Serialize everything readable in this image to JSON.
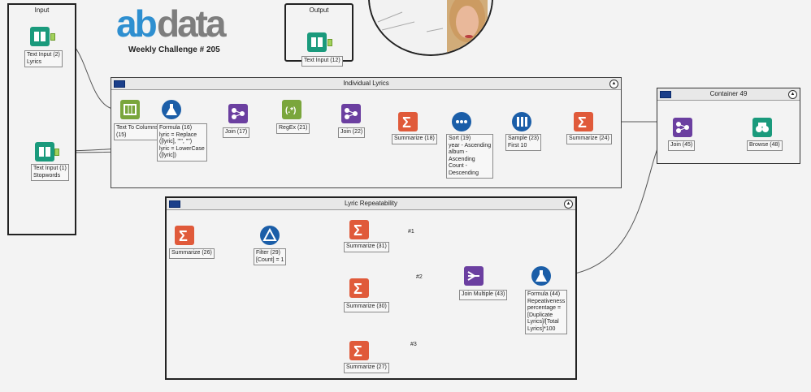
{
  "branding": {
    "logo_text": "abdata",
    "challenge_title": "Weekly Challenge # 205"
  },
  "containers": {
    "input": "Input",
    "output": "Output",
    "individual_lyrics": "Individual Lyrics",
    "container49": "Container 49",
    "lyric_repeatability": "Lyric Repeatability"
  },
  "tools": {
    "text_input_2": "Text Input (2)\nLyrics",
    "text_input_1": "Text Input (1)\nStopwords",
    "text_input_12": "Text Input (12)",
    "text_to_columns": "Text To Columns\n(15)",
    "formula_16": "Formula (16)\nlyric = Replace\n([lyric], \"'\", \"\")\nlyric = LowerCase\n([lyric])",
    "join_17": "Join (17)",
    "regex_21": "RegEx (21)",
    "join_22": "Join (22)",
    "summarize_18": "Summarize (18)",
    "sort_19": "Sort (19)\nyear - Ascending\nalbum -\nAscending\nCount -\nDescending",
    "sample_23": "Sample (23)\nFirst 10",
    "summarize_24": "Summarize (24)",
    "join_45": "Join (45)",
    "browse_48": "Browse (48)",
    "summarize_26": "Summarize (26)",
    "filter_29": "Filter (29)\n[Count] = 1",
    "summarize_31": "Summarize (31)",
    "summarize_30": "Summarize (30)",
    "summarize_27": "Summarize (27)",
    "join_multiple_43": "Join Multiple (43)",
    "formula_44": "Formula (44)\nRepeativeness\npercentage =\n[Duplicate\nLyrics]/[Total\nLyrics]*100"
  },
  "connection_labels": {
    "c1": "#1",
    "c2": "#2",
    "c3": "#3"
  },
  "colors": {
    "input_tool": "#1a9a7c",
    "preparation": "#1b5ea8",
    "join": "#6b3fa0",
    "parse": "#7aa63c",
    "transform": "#e05a3a",
    "anchor": "#a2d15b"
  }
}
